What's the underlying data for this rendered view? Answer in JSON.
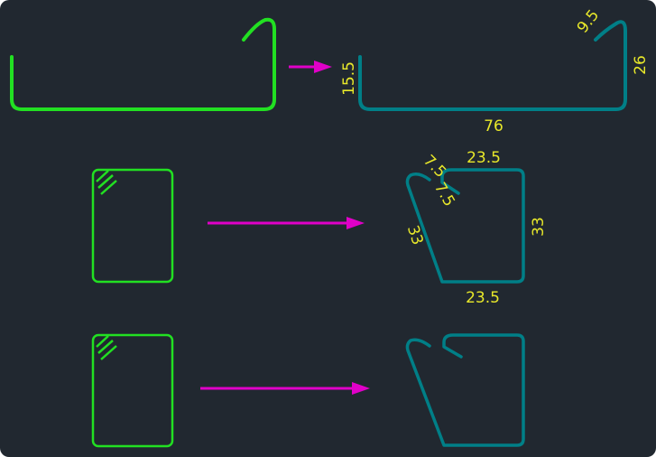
{
  "colors": {
    "background": "#212830",
    "original_shape": "#22e022",
    "processed_shape": "#007f87",
    "arrow": "#e000c8",
    "dimension_text": "#e8e82a"
  },
  "dimensions": {
    "top_shape": {
      "left": "15.5",
      "hook": "9.5",
      "right": "26",
      "bottom": "76"
    },
    "middle_shape": {
      "hook_a": "7.5",
      "hook_b": "7.5",
      "top": "23.5",
      "right": "33",
      "slanted": "33",
      "bottom": "23.5"
    }
  }
}
